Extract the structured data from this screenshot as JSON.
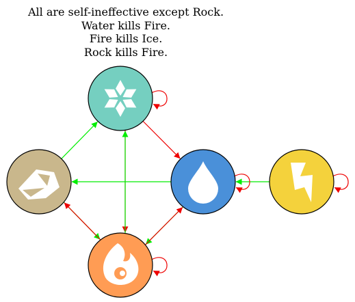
{
  "caption": {
    "lines": [
      "All are self-ineffective except Rock.",
      "Water kills Fire.",
      "Fire kills Ice.",
      "Rock kills Fire."
    ]
  },
  "colors": {
    "ice": "#75cfc0",
    "water": "#4a90d9",
    "electric": "#f4d23c",
    "rock": "#c9b78c",
    "fire": "#ff9c54",
    "effective_edge": "#00ee00",
    "ineffective_edge": "#ee0000"
  },
  "nodes": [
    {
      "id": "ice",
      "icon": "snowflake-icon"
    },
    {
      "id": "water",
      "icon": "water-drop-icon"
    },
    {
      "id": "electric",
      "icon": "lightning-bolt-icon"
    },
    {
      "id": "rock",
      "icon": "rock-icon"
    },
    {
      "id": "fire",
      "icon": "flame-icon"
    }
  ],
  "edges": [
    {
      "from": "ice",
      "to": "water",
      "kind": "ineffective"
    },
    {
      "from": "ice",
      "to": "fire",
      "kind": "ineffective"
    },
    {
      "from": "fire",
      "to": "ice",
      "kind": "effective"
    },
    {
      "from": "rock",
      "to": "ice",
      "kind": "effective"
    },
    {
      "from": "water",
      "to": "rock",
      "kind": "effective"
    },
    {
      "from": "rock",
      "to": "fire",
      "kind": "effective"
    },
    {
      "from": "fire",
      "to": "rock",
      "kind": "ineffective"
    },
    {
      "from": "water",
      "to": "fire",
      "kind": "effective"
    },
    {
      "from": "fire",
      "to": "water",
      "kind": "ineffective"
    },
    {
      "from": "electric",
      "to": "water",
      "kind": "effective"
    },
    {
      "from": "ice",
      "to": "ice",
      "kind": "ineffective"
    },
    {
      "from": "water",
      "to": "water",
      "kind": "ineffective"
    },
    {
      "from": "electric",
      "to": "electric",
      "kind": "ineffective"
    },
    {
      "from": "fire",
      "to": "fire",
      "kind": "ineffective"
    }
  ]
}
